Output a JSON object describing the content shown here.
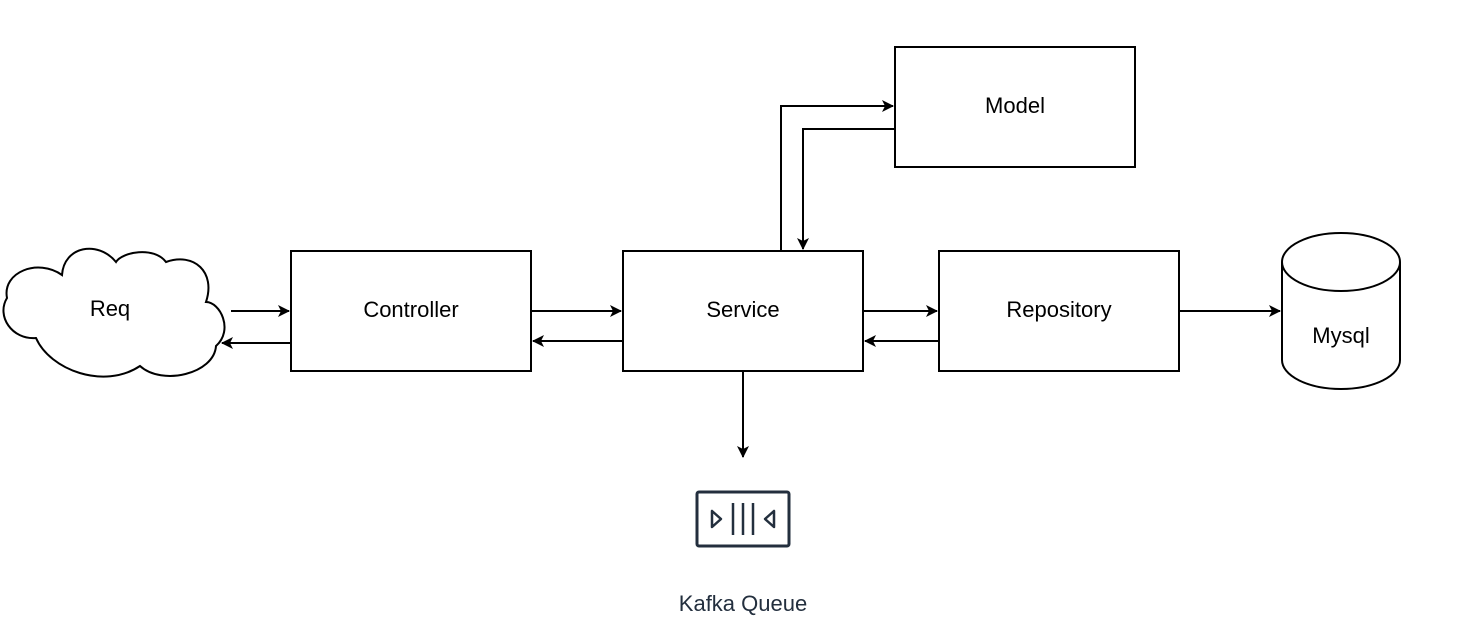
{
  "diagram": {
    "nodes": {
      "req": {
        "label": "Req",
        "shape": "cloud"
      },
      "controller": {
        "label": "Controller",
        "shape": "rectangle"
      },
      "service": {
        "label": "Service",
        "shape": "rectangle"
      },
      "model": {
        "label": "Model",
        "shape": "rectangle"
      },
      "repository": {
        "label": "Repository",
        "shape": "rectangle"
      },
      "mysql": {
        "label": "Mysql",
        "shape": "cylinder"
      },
      "kafka": {
        "label": "Kafka Queue",
        "shape": "queue-icon"
      }
    },
    "edges": [
      {
        "from": "Req",
        "to": "Controller"
      },
      {
        "from": "Controller",
        "to": "Req"
      },
      {
        "from": "Controller",
        "to": "Service"
      },
      {
        "from": "Service",
        "to": "Controller"
      },
      {
        "from": "Service",
        "to": "Model"
      },
      {
        "from": "Model",
        "to": "Service"
      },
      {
        "from": "Service",
        "to": "Repository"
      },
      {
        "from": "Repository",
        "to": "Service"
      },
      {
        "from": "Repository",
        "to": "Mysql"
      },
      {
        "from": "Service",
        "to": "Kafka Queue"
      }
    ],
    "colors": {
      "stroke": "#000000",
      "fill": "#ffffff",
      "kafka_icon": "#232f3e"
    }
  }
}
